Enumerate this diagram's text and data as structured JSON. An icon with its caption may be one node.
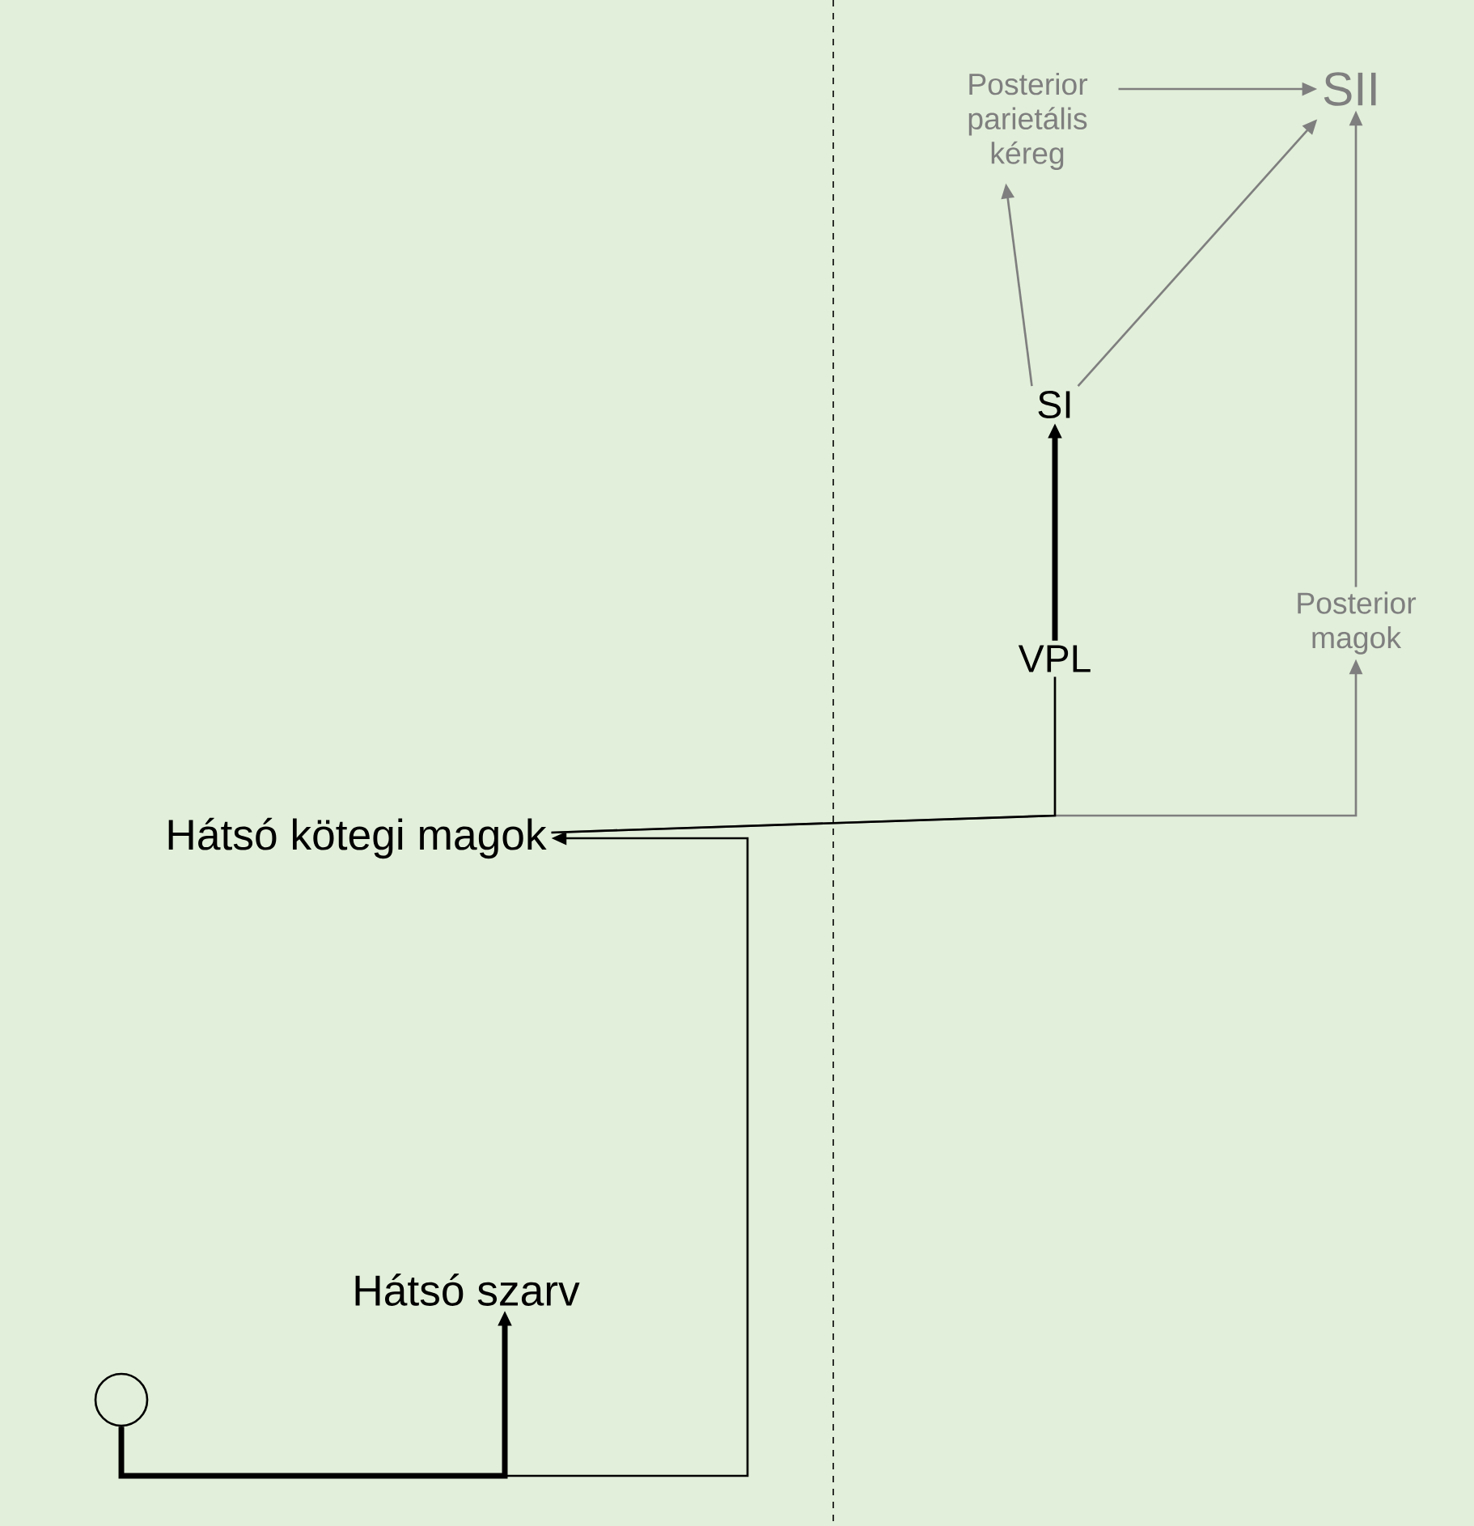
{
  "diagram": {
    "nodes": [
      {
        "text": [
          "Hátsó kötegi magok"
        ]
      },
      {
        "text": [
          "VPL"
        ]
      },
      {
        "text": [
          "SI"
        ]
      },
      {
        "text": [
          "Posterior parietális kéreg"
        ]
      },
      {
        "text": [
          "SII"
        ]
      },
      {
        "text": [
          "Posterior magok"
        ]
      },
      {
        "text": [
          "Hátsó szarv"
        ]
      },
      {
        "text": [],
        "shape": "circle"
      }
    ],
    "edges": [
      {
        "from": 7,
        "to": 0,
        "arrow": "to",
        "color": "#000000"
      },
      {
        "from": 7,
        "to": 6,
        "arrow": "to",
        "style": "thick",
        "color": "#000000"
      },
      {
        "from": 0,
        "to": 5,
        "arrow": "to"
      },
      {
        "from": 0,
        "to": 1,
        "arrow": "none",
        "color": "#000000"
      },
      {
        "from": 1,
        "to": 2,
        "arrow": "to",
        "style": "thick",
        "color": "#000000"
      },
      {
        "from": 2,
        "to": 3,
        "arrow": "to"
      },
      {
        "from": 2,
        "to": 4,
        "arrow": "to"
      },
      {
        "from": 3,
        "to": 4,
        "arrow": "to"
      },
      {
        "from": 5,
        "to": 4,
        "arrow": "to"
      }
    ]
  }
}
